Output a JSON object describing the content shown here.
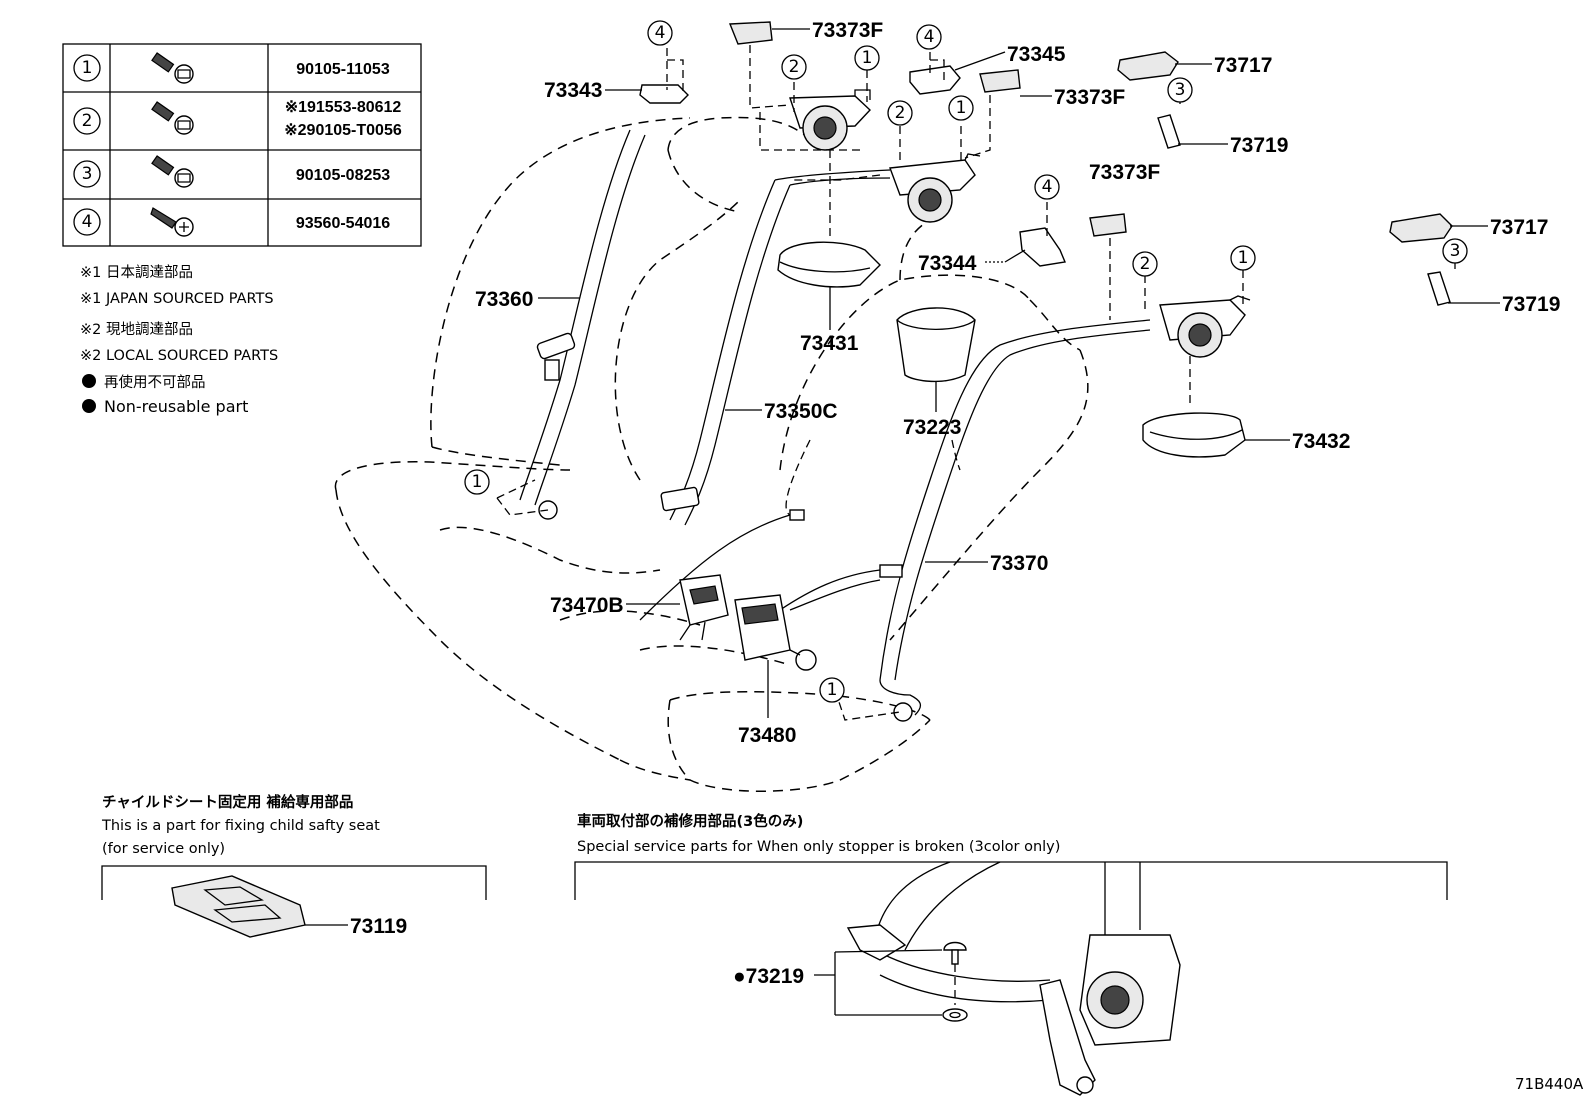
{
  "fastener_table": [
    {
      "ref": "1",
      "part_no": "90105-11053",
      "part_no_2": ""
    },
    {
      "ref": "2",
      "part_no": "※191553-80612",
      "part_no_2": "※290105-T0056"
    },
    {
      "ref": "3",
      "part_no": "90105-08253",
      "part_no_2": ""
    },
    {
      "ref": "4",
      "part_no": "93560-54016",
      "part_no_2": ""
    }
  ],
  "notes": [
    "※1  日本調達部品",
    "※1  JAPAN SOURCED PARTS",
    "※2  現地調達部品",
    "※2  LOCAL SOURCED PARTS",
    "再使用不可部品",
    "Non-reusable part"
  ],
  "part_labels": {
    "p73343": "73343",
    "p73373F_a": "73373F",
    "p73345": "73345",
    "p73373F_b": "73373F",
    "p73717_a": "73717",
    "p73719_a": "73719",
    "p73373F_c": "73373F",
    "p73717_b": "73717",
    "p73719_b": "73719",
    "p73360": "73360",
    "p73431": "73431",
    "p73344": "73344",
    "p73223": "73223",
    "p73350C": "73350C",
    "p73432": "73432",
    "p73370": "73370",
    "p73470B": "73470B",
    "p73480": "73480",
    "p73119": "73119",
    "p73219": "●73219"
  },
  "child_seat_section": {
    "title_jp": "チャイルドシート固定用 補給専用部品",
    "title_en": "This is a part for fixing child safty seat",
    "subtitle": "(for service only)"
  },
  "stopper_section": {
    "title_jp": "車両取付部の補修用部品(3色のみ)",
    "title_en": "Special service parts for When only stopper is broken (3color only)"
  },
  "figure_id": "71B440A"
}
